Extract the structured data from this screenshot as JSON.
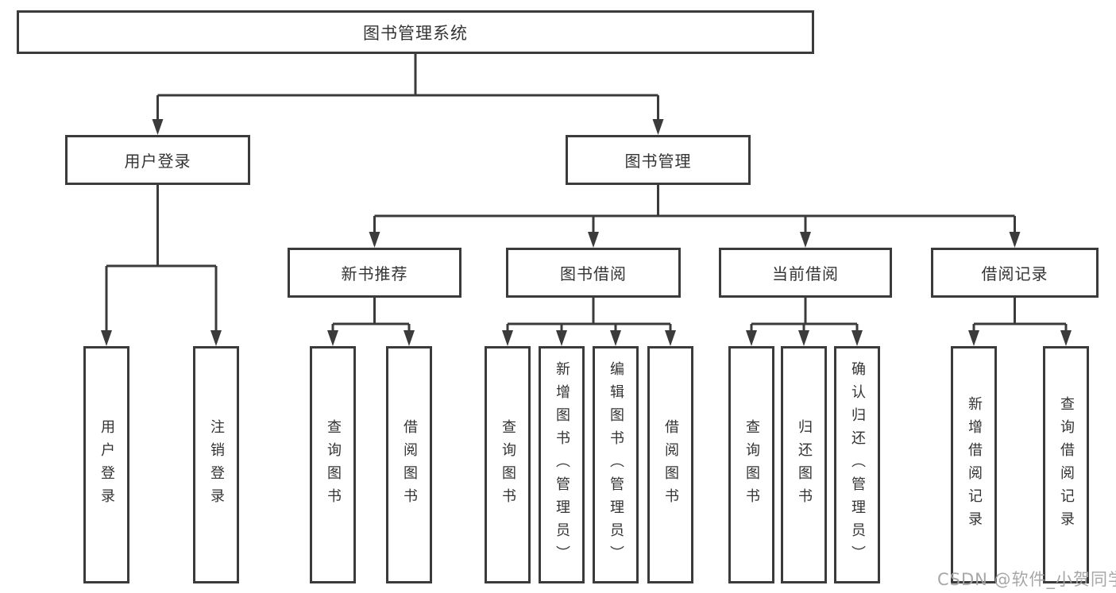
{
  "tree": {
    "root": {
      "label": "图书管理系统"
    },
    "branches": [
      {
        "label": "用户登录",
        "children": [
          {
            "label": "用户登录"
          },
          {
            "label": "注销登录"
          }
        ]
      },
      {
        "label": "图书管理",
        "children": [
          {
            "label": "新书推荐",
            "children": [
              {
                "label": "查询图书"
              },
              {
                "label": "借阅图书"
              }
            ]
          },
          {
            "label": "图书借阅",
            "children": [
              {
                "label": "查询图书"
              },
              {
                "label": "新增图书（管理员）"
              },
              {
                "label": "编辑图书（管理员）"
              },
              {
                "label": "借阅图书"
              }
            ]
          },
          {
            "label": "当前借阅",
            "children": [
              {
                "label": "查询图书"
              },
              {
                "label": "归还图书"
              },
              {
                "label": "确认归还（管理员）"
              }
            ]
          },
          {
            "label": "借阅记录",
            "children": [
              {
                "label": "新增借阅记录"
              },
              {
                "label": "查询借阅记录"
              }
            ]
          }
        ]
      }
    ]
  },
  "watermark": "CSDN @软件_小贺同学",
  "colors": {
    "line": "#3b3b3b",
    "text": "#333333",
    "background": "#ffffff",
    "watermark": "#a3a3a3"
  }
}
